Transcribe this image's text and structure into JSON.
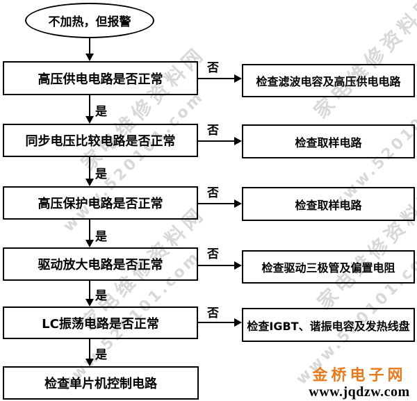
{
  "flow": {
    "start": "不加热，但报警",
    "yes_label": "是",
    "no_label": "否",
    "rows": [
      {
        "question": "高压供电电路是否正常",
        "action": "检查滤波电容及高压供电电路"
      },
      {
        "question": "同步电压比较电路是否正常",
        "action": "检查取样电路"
      },
      {
        "question": "高压保护电路是否正常",
        "action": "检查取样电路"
      },
      {
        "question": "驱动放大电路是否正常",
        "action": "检查驱动三极管及偏置电阻"
      },
      {
        "question": "LC振荡电路是否正常",
        "action": "检查IGBT、谐振电容及发热线盘"
      }
    ],
    "end": "检查单片机控制电路"
  },
  "watermark": {
    "line1": "家电维修资料网",
    "line2": "www.520101.com"
  },
  "footer": {
    "site_name": "金桥电子网",
    "site_url": "www.jqdzw.com",
    "accent_color": "#e87a1e"
  }
}
